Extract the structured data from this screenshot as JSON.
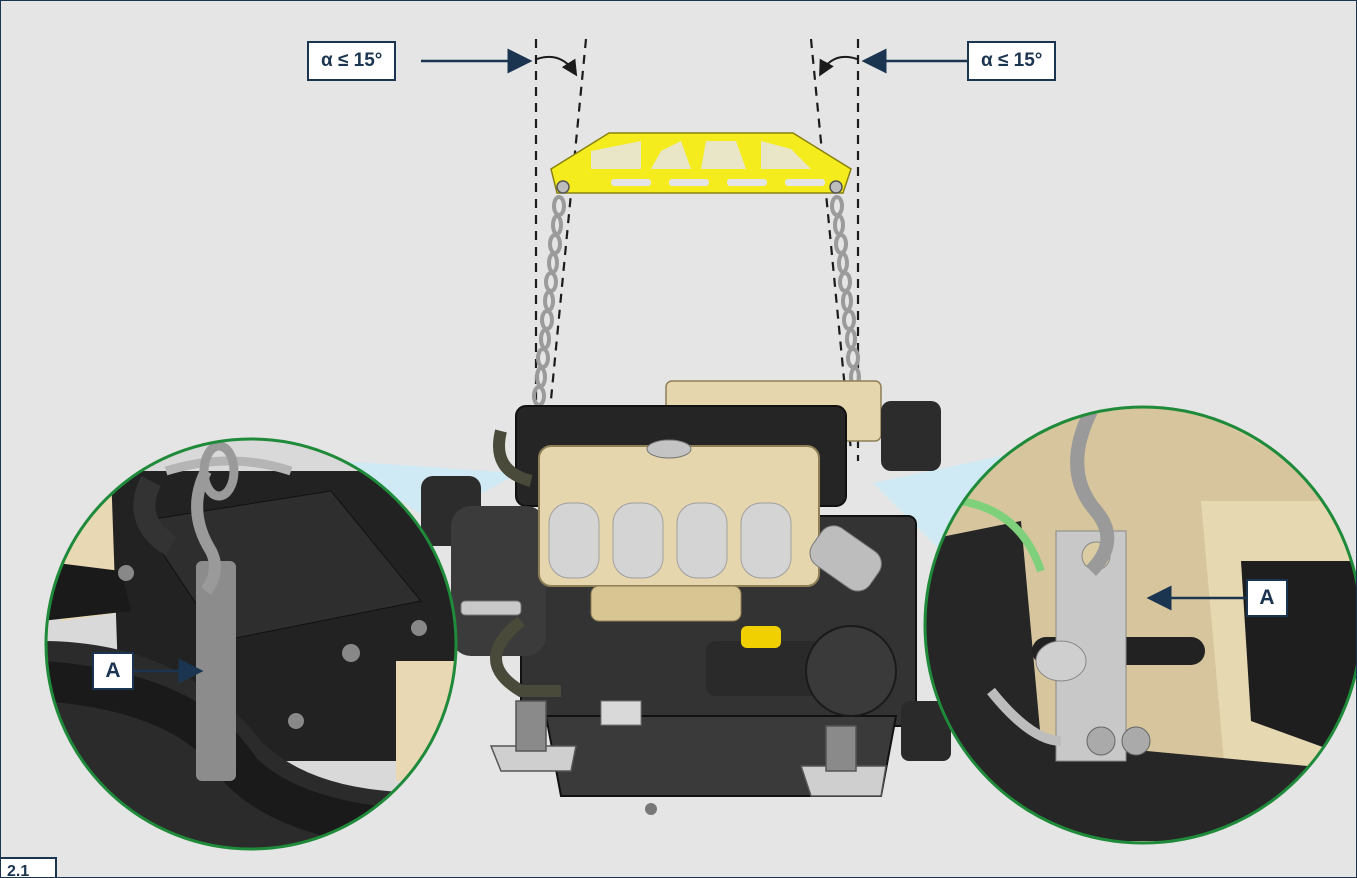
{
  "figure": {
    "angle_left": "α ≤ 15°",
    "angle_right": "α ≤ 15°",
    "callout_left": "A",
    "callout_right": "A",
    "figure_number": "2.1"
  },
  "colors": {
    "frame_border": "#1b3550",
    "background": "#e5e5e5",
    "lifting_beam": "#f4ec1c",
    "zoom_circle_border": "#1e8a3a",
    "callout_fill": "#cfeaf5",
    "engine_body": "#2c2c2c",
    "engine_cover": "#e5d6ad"
  },
  "icons": {
    "arrow": "arrow-right-icon",
    "angle_arc": "curved-arrow-icon"
  }
}
